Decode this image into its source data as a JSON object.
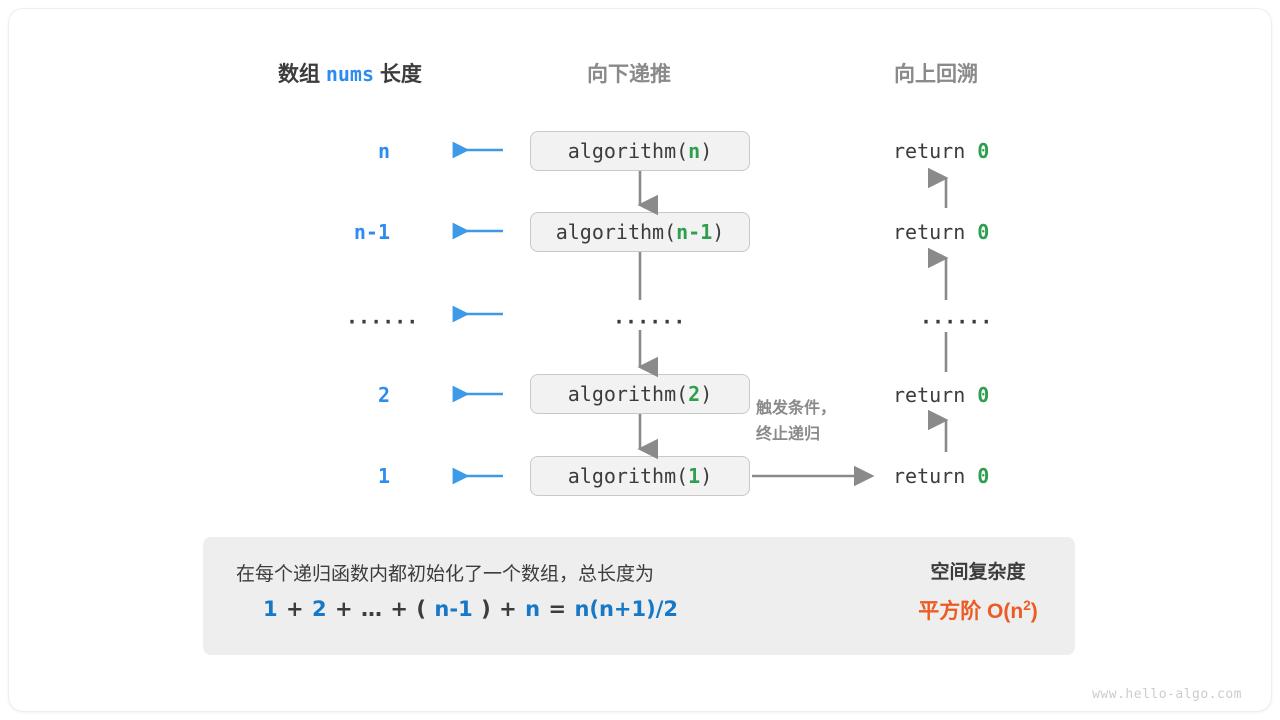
{
  "headers": {
    "left_prefix": "数组",
    "left_mono": "nums",
    "left_suffix": "长度",
    "middle": "向下递推",
    "right": "向上回溯"
  },
  "rows": [
    {
      "length": "n",
      "call_name": "algorithm(",
      "call_arg": "n",
      "call_close": ")",
      "return_kw": "return",
      "return_val": "0"
    },
    {
      "length": "n-1",
      "call_name": "algorithm(",
      "call_arg": "n-1",
      "call_close": ")",
      "return_kw": "return",
      "return_val": "0"
    },
    {
      "length": "······",
      "call_name": "",
      "call_arg": "······",
      "call_close": "",
      "return_kw": "",
      "return_val": "······"
    },
    {
      "length": "2",
      "call_name": "algorithm(",
      "call_arg": "2",
      "call_close": ")",
      "return_kw": "return",
      "return_val": "0"
    },
    {
      "length": "1",
      "call_name": "algorithm(",
      "call_arg": "1",
      "call_close": ")",
      "return_kw": "return",
      "return_val": "0"
    }
  ],
  "note": {
    "line1": "触发条件，",
    "line2": "终止递归"
  },
  "summary": {
    "description": "在每个递归函数内都初始化了一个数组，总长度为",
    "formula_parts": [
      {
        "text": "1",
        "accent": true
      },
      {
        "text": "+",
        "accent": false
      },
      {
        "text": "2",
        "accent": true
      },
      {
        "text": "+",
        "accent": false
      },
      {
        "text": "…",
        "accent": false
      },
      {
        "text": "+",
        "accent": false
      },
      {
        "text": "(",
        "accent": false
      },
      {
        "text": "n-1",
        "accent": true
      },
      {
        "text": ")",
        "accent": false
      },
      {
        "text": "+",
        "accent": false
      },
      {
        "text": "n",
        "accent": true
      },
      {
        "text": "=",
        "accent": false
      },
      {
        "text": "n(n+1)/2",
        "accent": true
      }
    ],
    "result_title": "空间复杂度",
    "result_value": "平方阶 O(n",
    "result_value_sup": "2",
    "result_value_tail": ")"
  },
  "watermark": "www.hello-algo.com",
  "colors": {
    "accent_blue": "#2d8cf0",
    "formula_blue": "#1878c8",
    "arg_green": "#2e9e4f",
    "orange": "#ec5b23",
    "gray_arrow": "#8a8a8a",
    "box_fill": "#f2f2f2",
    "box_border": "#c9c9c9",
    "summary_fill": "#eeeeee"
  }
}
